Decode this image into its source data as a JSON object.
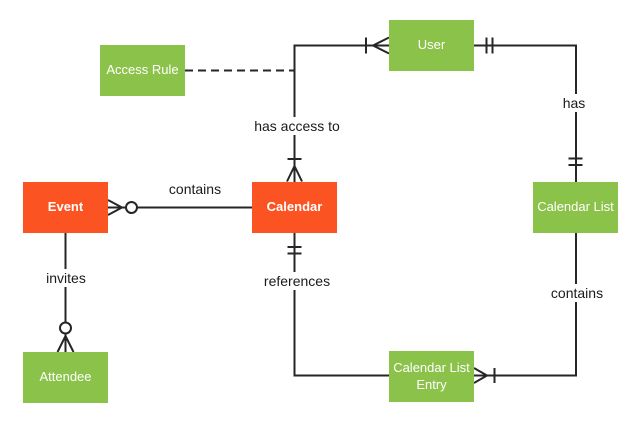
{
  "diagram": {
    "type": "entity-relationship",
    "colors": {
      "entity_primary": "#FB5322",
      "entity_secondary": "#8BC34A",
      "entity_text": "#FFFFFF",
      "connector": "#262626",
      "label_text": "#1A1A1A",
      "background": "#FFFFFF"
    },
    "entities": [
      {
        "id": "access-rule",
        "label": "Access Rule",
        "color": "green"
      },
      {
        "id": "user",
        "label": "User",
        "color": "green"
      },
      {
        "id": "event",
        "label": "Event",
        "color": "orange"
      },
      {
        "id": "calendar",
        "label": "Calendar",
        "color": "orange"
      },
      {
        "id": "calendar-list",
        "label": "Calendar List",
        "color": "green"
      },
      {
        "id": "attendee",
        "label": "Attendee",
        "color": "green"
      },
      {
        "id": "calendar-list-entry",
        "label": "Calendar List Entry",
        "color": "green"
      }
    ],
    "relationships": [
      {
        "label": "contains",
        "from": "Calendar",
        "to": "Event",
        "from_end": "none",
        "to_end": "zero-or-many"
      },
      {
        "label": "invites",
        "from": "Event",
        "to": "Attendee",
        "from_end": "none",
        "to_end": "zero-or-many"
      },
      {
        "label": "has access to",
        "from": "Calendar",
        "to": "User",
        "from_end": "one-or-many",
        "to_end": "one-or-many"
      },
      {
        "label": "has",
        "from": "User",
        "to": "Calendar List",
        "from_end": "one-and-only-one",
        "to_end": "one-and-only-one"
      },
      {
        "label": "contains",
        "from": "Calendar List",
        "to": "Calendar List Entry",
        "from_end": "none",
        "to_end": "one-or-many"
      },
      {
        "label": "references",
        "from": "Calendar",
        "to": "Calendar List Entry",
        "from_end": "one-and-only-one",
        "to_end": "none"
      },
      {
        "label": "",
        "from": "Access Rule",
        "to": "has access to (connector)",
        "style": "dashed"
      }
    ]
  }
}
